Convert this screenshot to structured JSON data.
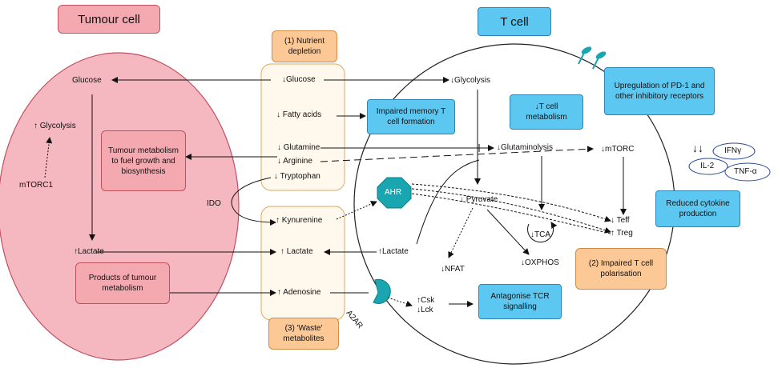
{
  "titles": {
    "tumour": "Tumour cell",
    "tcell": "T cell"
  },
  "tumour": {
    "glucose": "Glucose",
    "glycolysis": "↑ Glycolysis",
    "mtorc1": "mTORC1",
    "lactate": "↑Lactate",
    "metabolism_box": "Tumour metabolism to fuel growth and biosynthesis",
    "products_box": "Products of tumour metabolism",
    "ido": "IDO"
  },
  "middle": {
    "nutrient_depletion": "(1) Nutrient depletion",
    "waste_metabolites": "(3) 'Waste' metabolites",
    "glucose": "↓Glucose",
    "fatty_acids": "↓ Fatty acids",
    "glutamine": "↓ Glutamine",
    "arginine": "↓ Arginine",
    "tryptophan": "↓ Tryptophan",
    "kynurenine": "↑ Kynurenine",
    "lactate": "↑ Lactate",
    "adenosine": "↑ Adenosine"
  },
  "tcell": {
    "glycolysis": "↓Glycolysis",
    "memory_box": "Impaired memory T cell formation",
    "metabolism_box": "↓T cell metabolism",
    "pd1_box": "Upregulation of PD-1 and other inhibitory receptors",
    "glutaminolysis": "↓Glutaminolysis",
    "mtorc": "↓mTORC",
    "ahr": "AHR",
    "pyruvate": "↓ Pyruvate",
    "lactate": "↑Lactate",
    "tca": "↓TCA",
    "oxphos": "↓OXPHOS",
    "nfat": "↓NFAT",
    "teff": "↓ Teff",
    "treg": "↑ Treg",
    "polarisation_box": "(2) Impaired T cell polarisation",
    "cytokine_box": "Reduced cytokine production",
    "csk": "↑Csk",
    "lck": "↓Lck",
    "antagonise_box": "Antagonise TCR signalling",
    "a2ar": "A2AR",
    "cytokine_arrows": "↓↓",
    "ifn": "IFNγ",
    "il2": "IL-2",
    "tnf": "TNF-α"
  },
  "colors": {
    "tumour_fill": "#f4b8c0",
    "tumour_box": "#f4a8b0",
    "tcell_box": "#5cc8f2",
    "orange_box": "#fbc896",
    "ahr": "#1aa6b0",
    "receptor": "#1aa6b0"
  }
}
